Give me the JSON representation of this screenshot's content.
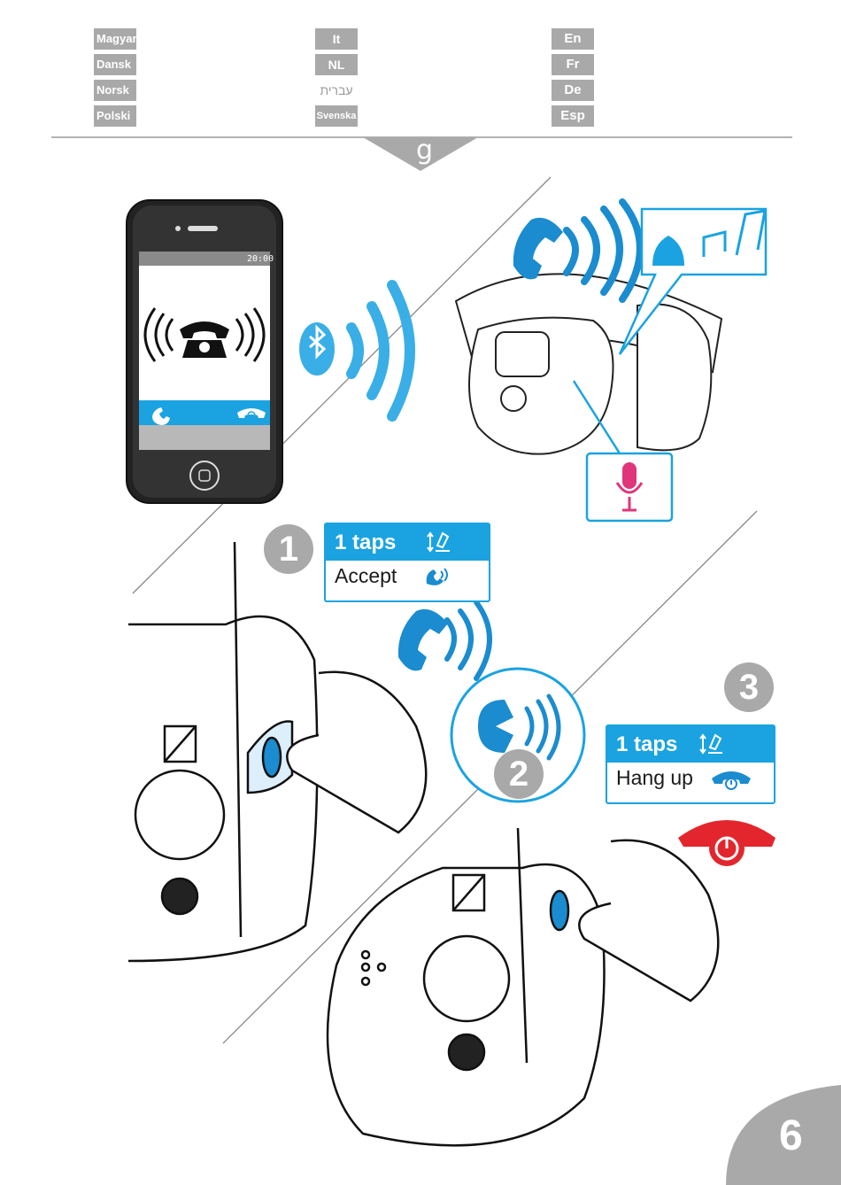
{
  "languages": {
    "col1": [
      "Magyar",
      "Dansk",
      "Norsk",
      "Polski"
    ],
    "col2": [
      "It",
      "NL",
      "עברית",
      "Svenska"
    ],
    "col3": [
      "En",
      "Fr",
      "De",
      "Esp"
    ]
  },
  "header_mark": "g",
  "phone": {
    "status_time": "20:00"
  },
  "steps": [
    {
      "number": "1",
      "taps": "1 taps",
      "action": "Accept"
    },
    {
      "number": "2"
    },
    {
      "number": "3",
      "taps": "1 taps",
      "action": "Hang up"
    }
  ],
  "page_number": "6",
  "colors": {
    "accent_blue": "#1aa3e0",
    "mic_pink": "#e0357a",
    "hangup_red": "#e3262d",
    "tab_gray": "#a9a9a9"
  },
  "icons": [
    "bluetooth-icon",
    "phone-ringing-icon",
    "bell-icon",
    "music-note-icon",
    "microphone-icon",
    "tap-gesture-icon",
    "hang-up-icon",
    "power-icon"
  ]
}
